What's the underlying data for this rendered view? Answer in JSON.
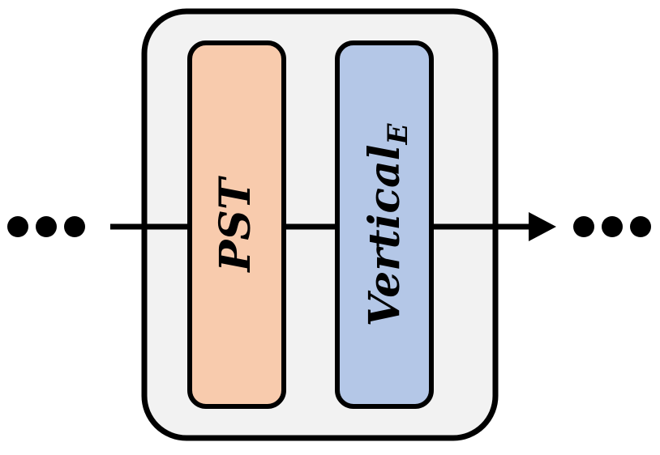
{
  "diagram": {
    "blocks": [
      {
        "id": "pst",
        "label": "PST",
        "fill": "#f8cbad"
      },
      {
        "id": "vertical",
        "label": "Vertical",
        "subscript": "E",
        "fill": "#b4c7e7"
      }
    ],
    "container_fill": "#f2f2f2",
    "stroke_color": "#000000",
    "left_ellipsis": "•••",
    "right_ellipsis": "•••"
  }
}
